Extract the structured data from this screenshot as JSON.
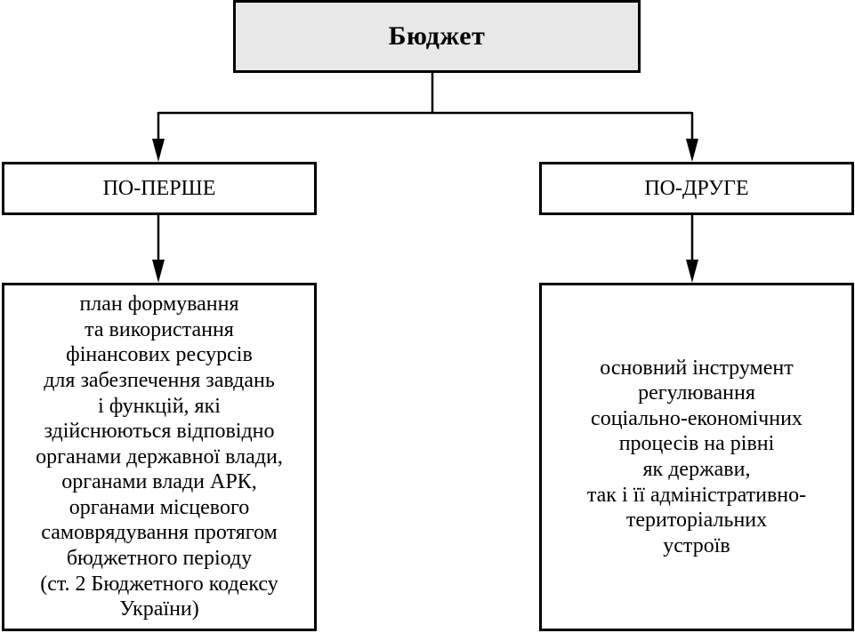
{
  "root": {
    "title": "Бюджет"
  },
  "branches": [
    {
      "heading": "ПО-ПЕРШЕ",
      "lines": [
        "план формування",
        "та використання",
        "фінансових ресурсів",
        "для забезпечення завдань",
        "і функцій, які",
        "здійснюються відповідно",
        "органами державної влади,",
        "органами влади АРК,",
        "органами місцевого",
        "самоврядування протягом",
        "бюджетного періоду",
        "(ст. 2 Бюджетного кодексу",
        "України)"
      ]
    },
    {
      "heading": "ПО-ДРУГЕ",
      "lines": [
        "основний інструмент",
        "регулювання",
        "соціально-економічних",
        "процесів на рівні",
        "як держави,",
        "так і її адміністративно-",
        "територіальних",
        "устроїв"
      ]
    }
  ]
}
